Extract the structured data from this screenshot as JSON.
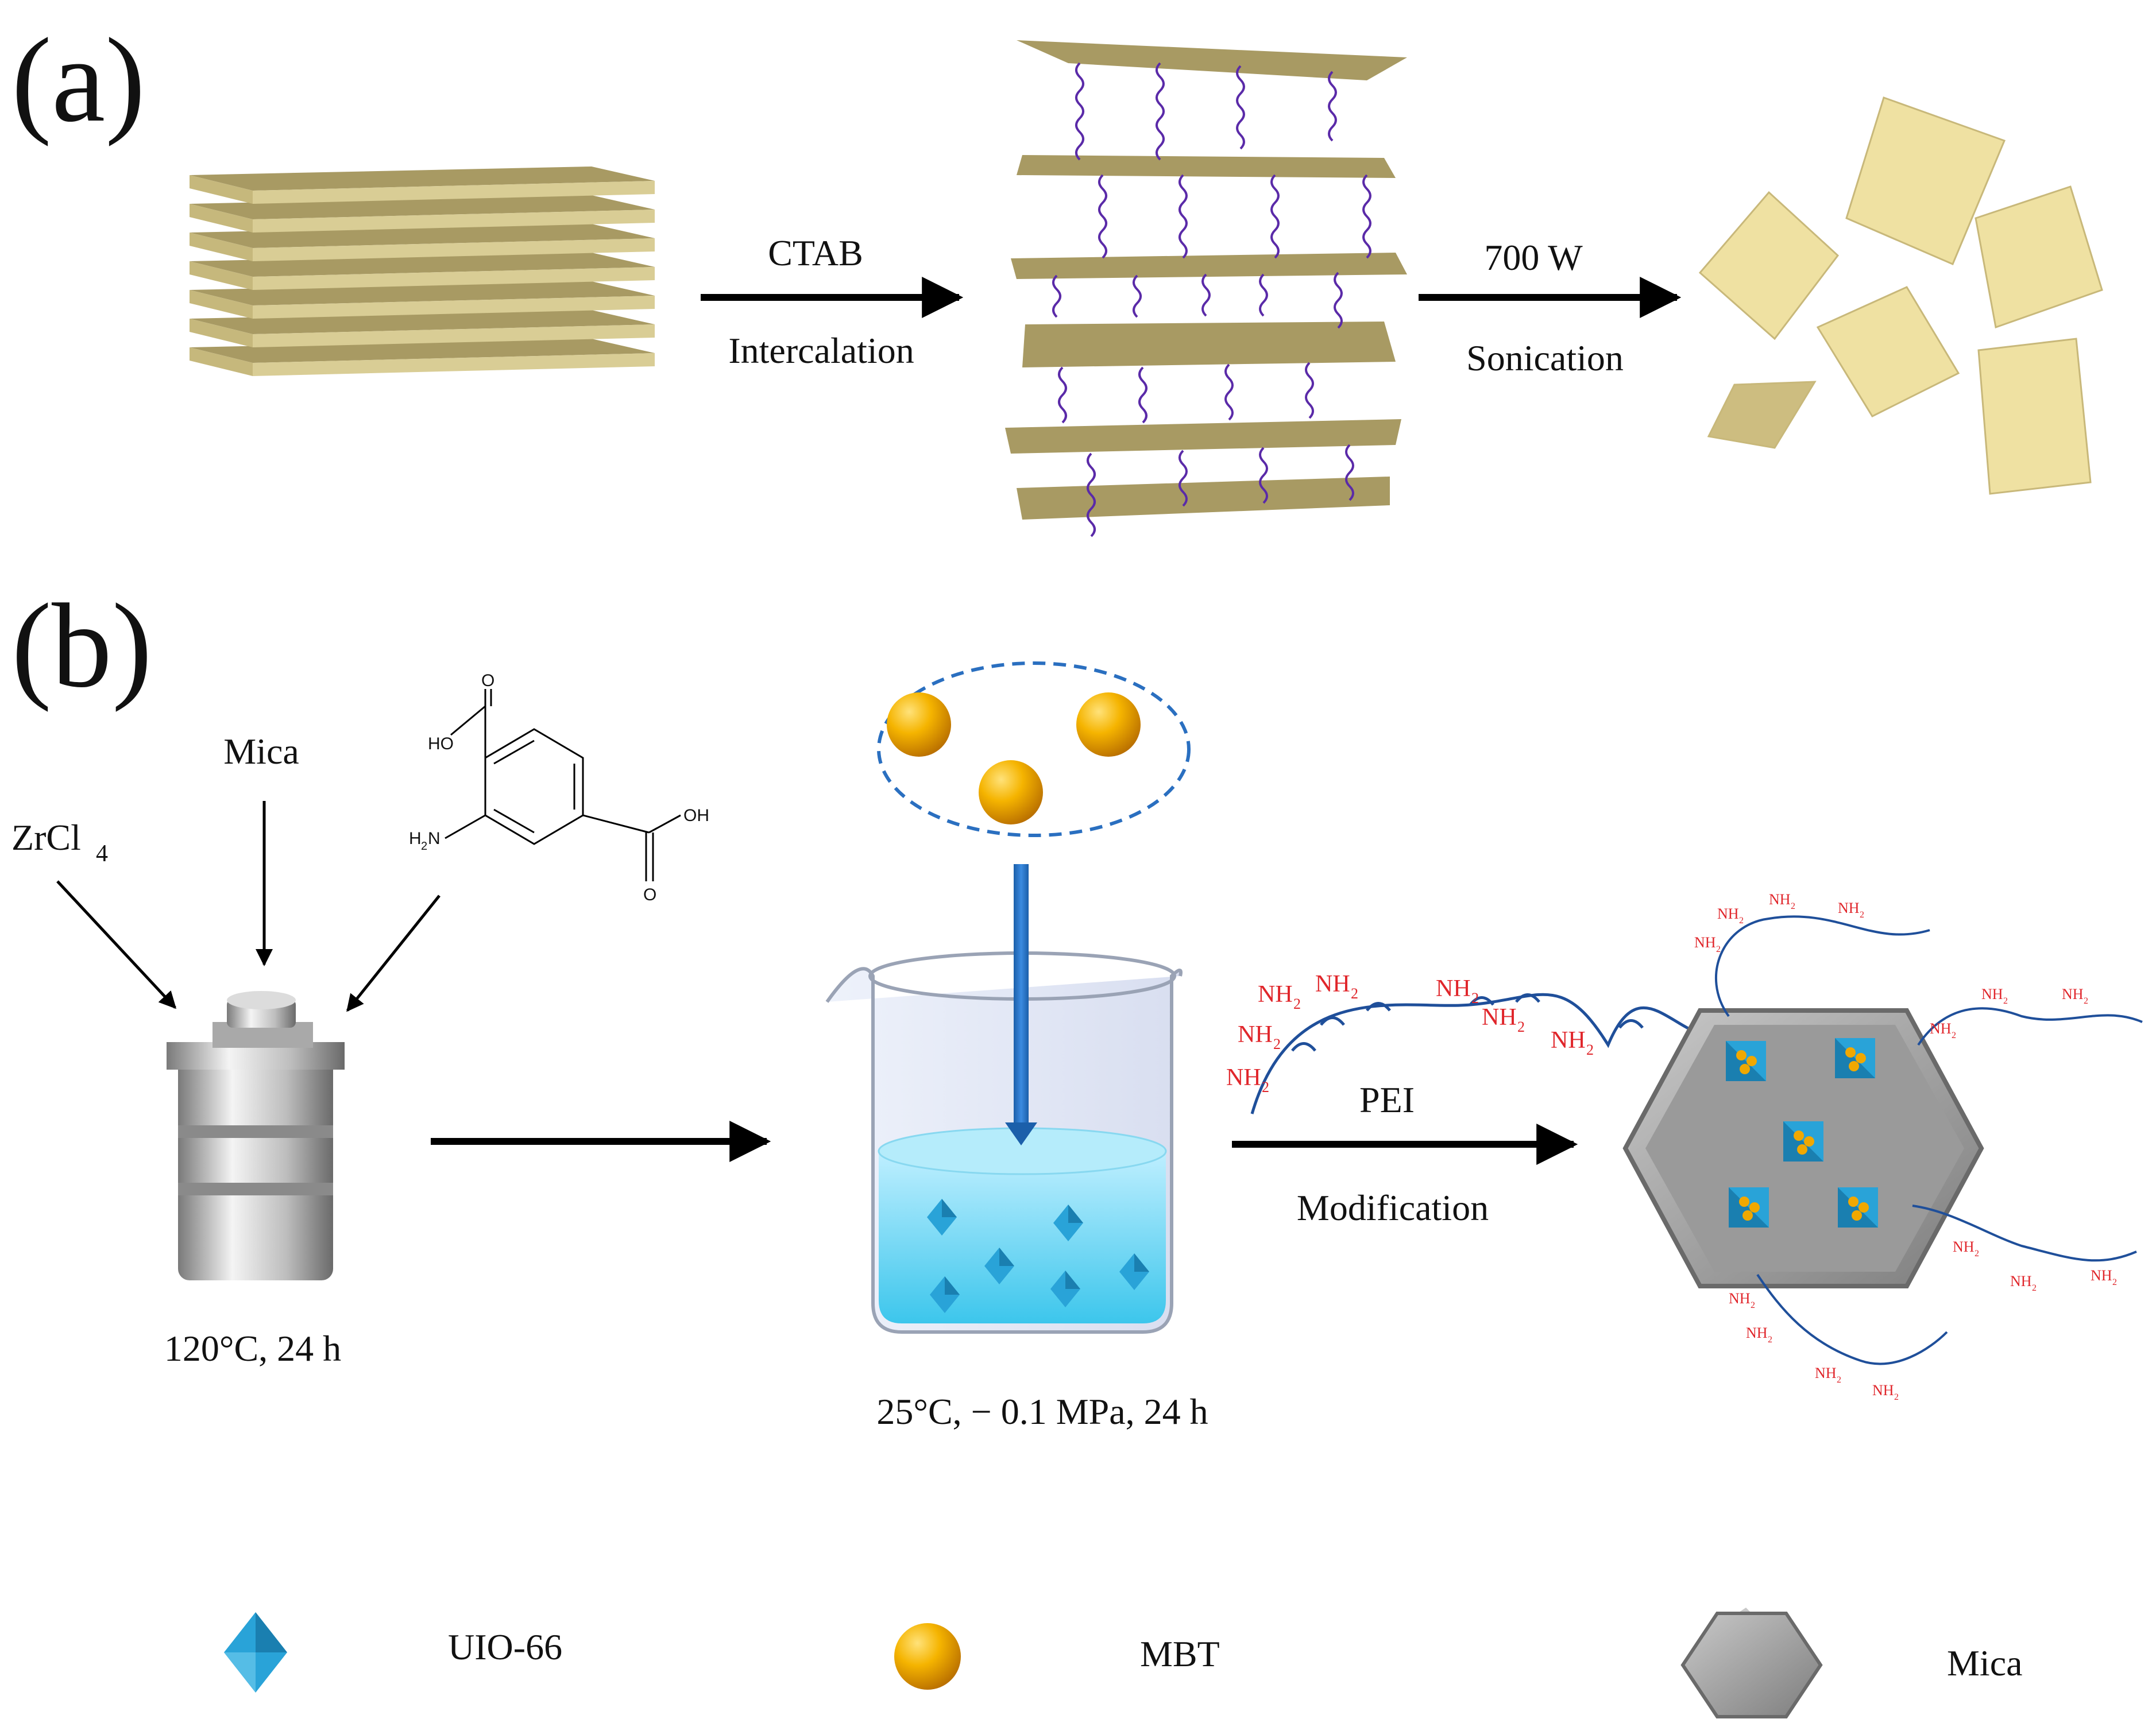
{
  "panels": {
    "a": "(a)",
    "b": "(b)"
  },
  "step_a1": {
    "top": "CTAB",
    "bottom": "Intercalation"
  },
  "step_a2": {
    "top": "700 W",
    "bottom": "Sonication"
  },
  "inputs": {
    "mica": "Mica",
    "zrcl": "ZrCl",
    "zrcl_sub": "4"
  },
  "linker": {
    "ho": "HO",
    "oh": "OH",
    "o1": "O",
    "o2": "O",
    "h2n": "H",
    "h2n_sub": "2",
    "h2n_n": "N"
  },
  "autoclave_condition": "120°C, 24 h",
  "beaker_condition": "25°C, − 0.1 MPa, 24 h",
  "step_b": {
    "top": "PEI",
    "bottom": "Modification"
  },
  "amine": {
    "nh": "NH",
    "sub": "2"
  },
  "legend": {
    "uio": "UIO-66",
    "mbt": "MBT",
    "mica": "Mica"
  },
  "colors": {
    "sheet_top": "#a89a63",
    "sheet_side": "#d6cb92",
    "flake": "#eee0a0",
    "chain": "#5a2aa8",
    "pei_chain": "#1f4f9a",
    "amine_text": "#e0262b",
    "uio_blue": "#29a3d8",
    "mbt_gold": "#f0a800",
    "mica_gray": "#9a9a9a",
    "dash_blue": "#2a6fc0"
  }
}
